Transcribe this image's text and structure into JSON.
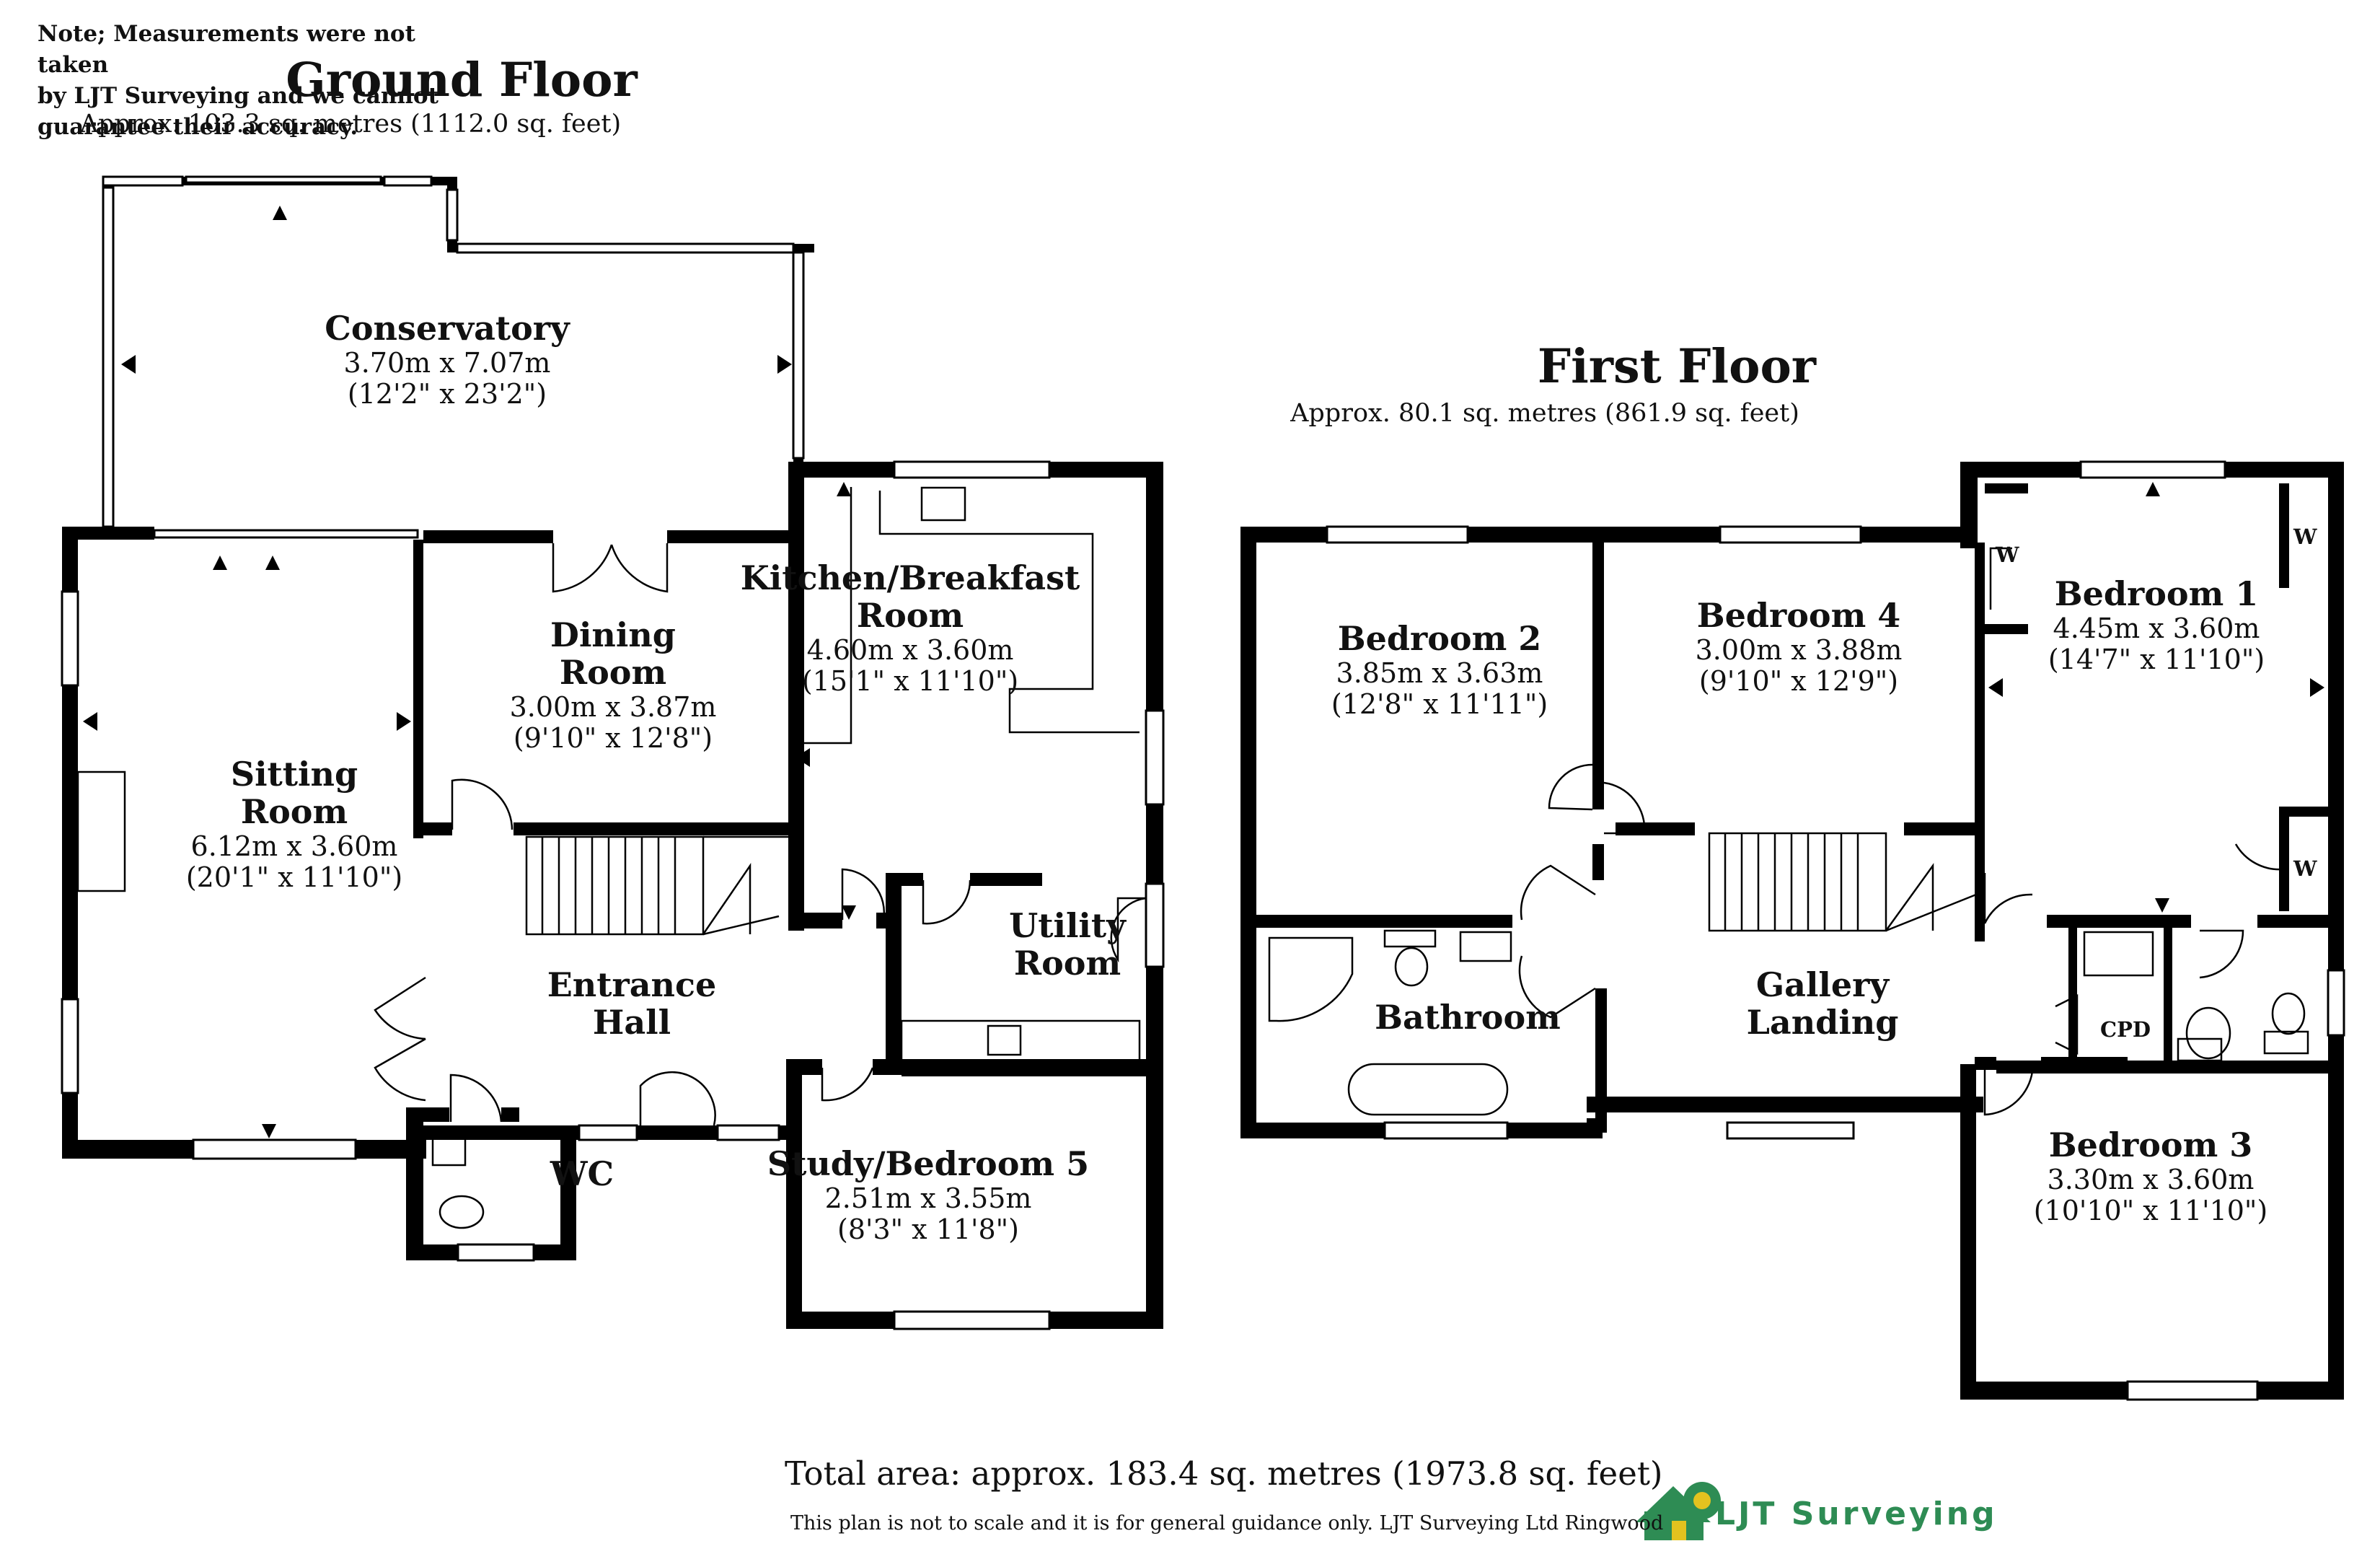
{
  "note": {
    "line1": "Note; Measurements were not taken",
    "line2": "by LJT Surveying and we cannot",
    "line3": "guarantee their accuracy."
  },
  "ground_floor": {
    "title": "Ground Floor",
    "area": "Approx. 103.3 sq. metres (1112.0 sq. feet)",
    "rooms": {
      "conservatory": {
        "name": "Conservatory",
        "metric": "3.70m x 7.07m",
        "imperial": "(12'2\" x 23'2\")"
      },
      "sitting_room": {
        "name1": "Sitting",
        "name2": "Room",
        "metric": "6.12m x 3.60m",
        "imperial": "(20'1\" x 11'10\")"
      },
      "dining_room": {
        "name1": "Dining",
        "name2": "Room",
        "metric": "3.00m x 3.87m",
        "imperial": "(9'10\" x 12'8\")"
      },
      "kitchen": {
        "name1": "Kitchen/Breakfast",
        "name2": "Room",
        "metric": "4.60m x 3.60m",
        "imperial": "(15'1\" x 11'10\")"
      },
      "entrance_hall": {
        "name1": "Entrance",
        "name2": "Hall"
      },
      "utility_room": {
        "name1": "Utility",
        "name2": "Room"
      },
      "wc": {
        "name": "WC"
      },
      "study": {
        "name": "Study/Bedroom 5",
        "metric": "2.51m x 3.55m",
        "imperial": "(8'3\" x 11'8\")"
      }
    }
  },
  "first_floor": {
    "title": "First Floor",
    "area": "Approx. 80.1 sq. metres (861.9 sq. feet)",
    "rooms": {
      "bedroom2": {
        "name": "Bedroom 2",
        "metric": "3.85m x 3.63m",
        "imperial": "(12'8\" x 11'11\")"
      },
      "bedroom4": {
        "name": "Bedroom 4",
        "metric": "3.00m x 3.88m",
        "imperial": "(9'10\" x 12'9\")"
      },
      "bedroom1": {
        "name": "Bedroom 1",
        "metric": "4.45m x 3.60m",
        "imperial": "(14'7\" x 11'10\")"
      },
      "bathroom": {
        "name": "Bathroom"
      },
      "gallery_landing": {
        "name1": "Gallery",
        "name2": "Landing"
      },
      "bedroom3": {
        "name": "Bedroom 3",
        "metric": "3.30m x 3.60m",
        "imperial": "(10'10\" x 11'10\")"
      },
      "wardrobe_label": "W",
      "cupboard_label": "CPD"
    }
  },
  "footer": {
    "total": "Total area: approx. 183.4 sq. metres (1973.8 sq. feet)",
    "disclaimer": "This plan is not to scale and it is for general guidance only. LJT Surveying Ltd Ringwood",
    "logo_text": "LJT Surveying"
  },
  "colors": {
    "wall": "#000000",
    "logo_green": "#2e8c54",
    "logo_yellow": "#e3c21f",
    "fixture": "#555555"
  }
}
